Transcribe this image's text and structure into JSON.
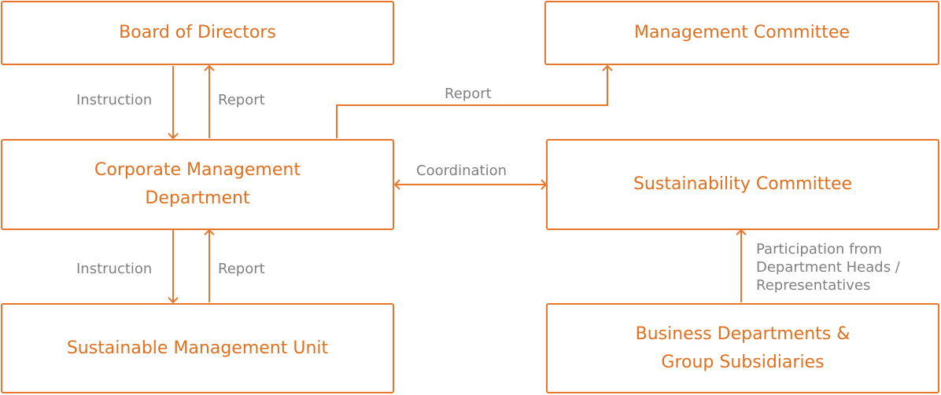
{
  "boxes": {
    "board": "Board of Directors",
    "mgmt_committee": "Management Committee",
    "corp_line1": "Corporate Management",
    "corp_line2": "Department",
    "sustain_committee": "Sustainability Committee",
    "sustain_unit": "Sustainable Management Unit",
    "biz_line1": "Business Departments &",
    "biz_line2": "Group Subsidiaries"
  },
  "labels": {
    "instruction_top": "Instruction",
    "report_top": "Report",
    "report_mgmt": "Report",
    "coordination": "Coordination",
    "instruction_bottom": "Instruction",
    "report_bottom": "Report",
    "participation_line1": "Participation from",
    "participation_line2": "Department Heads /",
    "participation_line3": "Representatives"
  },
  "colors": {
    "accent": "#e8762c",
    "label": "#808080"
  }
}
